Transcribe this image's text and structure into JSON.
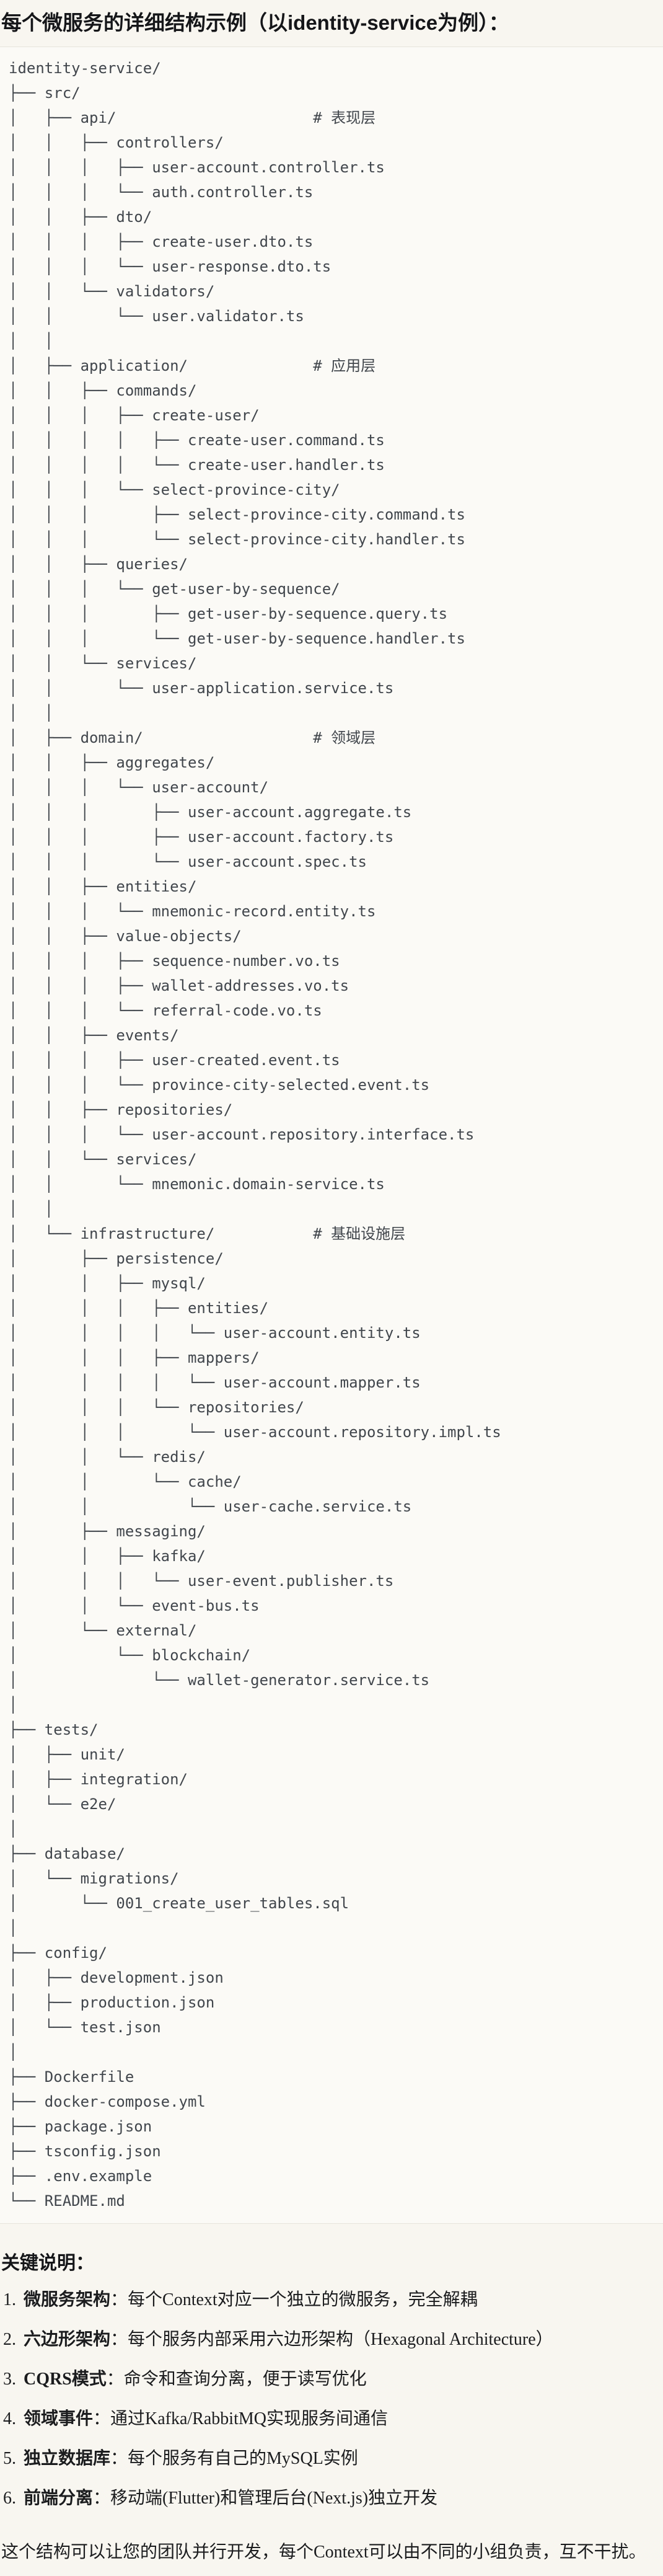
{
  "theme": {
    "page-bg": "#f8f6f0",
    "code-bg": "#fbfaf6",
    "border": "#e7e4dc",
    "text": "#1b1c1e",
    "tree-text": "#41464c"
  },
  "title": "每个微服务的详细结构示例（以identity-service为例）：",
  "code_block": {
    "tree_lines": [
      "identity-service/",
      "├── src/",
      "│   ├── api/                      # 表现层",
      "│   │   ├── controllers/",
      "│   │   │   ├── user-account.controller.ts",
      "│   │   │   └── auth.controller.ts",
      "│   │   ├── dto/",
      "│   │   │   ├── create-user.dto.ts",
      "│   │   │   └── user-response.dto.ts",
      "│   │   └── validators/",
      "│   │       └── user.validator.ts",
      "│   │",
      "│   ├── application/              # 应用层",
      "│   │   ├── commands/",
      "│   │   │   ├── create-user/",
      "│   │   │   │   ├── create-user.command.ts",
      "│   │   │   │   └── create-user.handler.ts",
      "│   │   │   └── select-province-city/",
      "│   │   │       ├── select-province-city.command.ts",
      "│   │   │       └── select-province-city.handler.ts",
      "│   │   ├── queries/",
      "│   │   │   └── get-user-by-sequence/",
      "│   │   │       ├── get-user-by-sequence.query.ts",
      "│   │   │       └── get-user-by-sequence.handler.ts",
      "│   │   └── services/",
      "│   │       └── user-application.service.ts",
      "│   │",
      "│   ├── domain/                   # 领域层",
      "│   │   ├── aggregates/",
      "│   │   │   └── user-account/",
      "│   │   │       ├── user-account.aggregate.ts",
      "│   │   │       ├── user-account.factory.ts",
      "│   │   │       └── user-account.spec.ts",
      "│   │   ├── entities/",
      "│   │   │   └── mnemonic-record.entity.ts",
      "│   │   ├── value-objects/",
      "│   │   │   ├── sequence-number.vo.ts",
      "│   │   │   ├── wallet-addresses.vo.ts",
      "│   │   │   └── referral-code.vo.ts",
      "│   │   ├── events/",
      "│   │   │   ├── user-created.event.ts",
      "│   │   │   └── province-city-selected.event.ts",
      "│   │   ├── repositories/",
      "│   │   │   └── user-account.repository.interface.ts",
      "│   │   └── services/",
      "│   │       └── mnemonic.domain-service.ts",
      "│   │",
      "│   └── infrastructure/           # 基础设施层",
      "│       ├── persistence/",
      "│       │   ├── mysql/",
      "│       │   │   ├── entities/",
      "│       │   │   │   └── user-account.entity.ts",
      "│       │   │   ├── mappers/",
      "│       │   │   │   └── user-account.mapper.ts",
      "│       │   │   └── repositories/",
      "│       │   │       └── user-account.repository.impl.ts",
      "│       │   └── redis/",
      "│       │       └── cache/",
      "│       │           └── user-cache.service.ts",
      "│       ├── messaging/",
      "│       │   ├── kafka/",
      "│       │   │   └── user-event.publisher.ts",
      "│       │   └── event-bus.ts",
      "│       └── external/",
      "│           └── blockchain/",
      "│               └── wallet-generator.service.ts",
      "│",
      "├── tests/",
      "│   ├── unit/",
      "│   ├── integration/",
      "│   └── e2e/",
      "│",
      "├── database/",
      "│   └── migrations/",
      "│       └── 001_create_user_tables.sql",
      "│",
      "├── config/",
      "│   ├── development.json",
      "│   ├── production.json",
      "│   └── test.json",
      "│",
      "├── Dockerfile",
      "├── docker-compose.yml",
      "├── package.json",
      "├── tsconfig.json",
      "├── .env.example",
      "└── README.md"
    ]
  },
  "notes": {
    "heading": "关键说明：",
    "items": [
      {
        "num": "1.",
        "label": "微服务架构",
        "text": "：每个Context对应一个独立的微服务，完全解耦"
      },
      {
        "num": "2.",
        "label": "六边形架构",
        "text": "：每个服务内部采用六边形架构（Hexagonal Architecture）"
      },
      {
        "num": "3.",
        "label": "CQRS模式",
        "text": "：命令和查询分离，便于读写优化"
      },
      {
        "num": "4.",
        "label": "领域事件",
        "text": "：通过Kafka/RabbitMQ实现服务间通信"
      },
      {
        "num": "5.",
        "label": "独立数据库",
        "text": "：每个服务有自己的MySQL实例"
      },
      {
        "num": "6.",
        "label": "前端分离",
        "text": "：移动端(Flutter)和管理后台(Next.js)独立开发"
      }
    ],
    "closing": "这个结构可以让您的团队并行开发，每个Context可以由不同的小组负责，互不干扰。"
  }
}
